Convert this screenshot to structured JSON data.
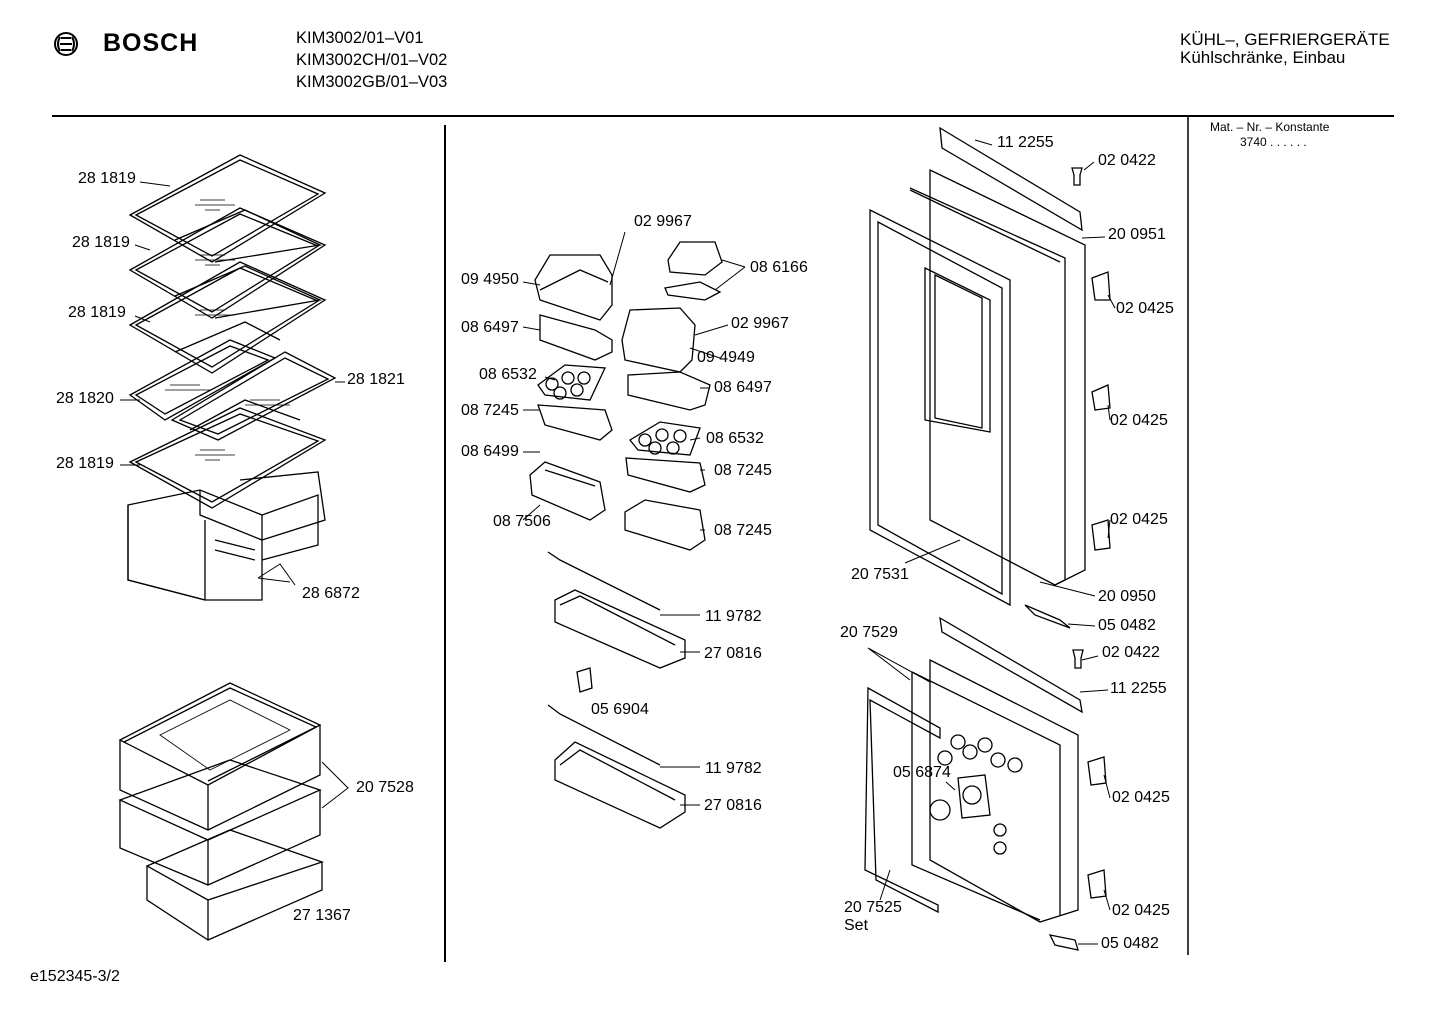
{
  "header": {
    "brand": "BOSCH",
    "models": [
      "KIM3002/01–V01",
      "KIM3002CH/01–V02",
      "KIM3002GB/01–V03"
    ],
    "category_line1": "KÜHL–, GEFRIERGERÄTE",
    "category_line2": "Kühlschränke, Einbau"
  },
  "konstante": {
    "label": "Mat. – Nr. – Konstante",
    "value": "3740 . . . . . ."
  },
  "footer": {
    "drawing_id": "e152345-3/2"
  },
  "labels": {
    "l281819a": "28 1819",
    "l281819b": "28 1819",
    "l281819c": "28 1819",
    "l281820": "28 1820",
    "l281821": "28 1821",
    "l281819d": "28 1819",
    "l286872": "28 6872",
    "l207528": "20 7528",
    "l271367": "27 1367",
    "l029967a": "02 9967",
    "l094950": "09 4950",
    "l086166": "08 6166",
    "l086497a": "08 6497",
    "l029967b": "02 9967",
    "l094949": "09 4949",
    "l086532a": "08 6532",
    "l086497b": "08 6497",
    "l087245a": "08 7245",
    "l086532b": "08 6532",
    "l086499": "08 6499",
    "l087245b": "08 7245",
    "l087506": "08 7506",
    "l087245c": "08 7245",
    "l119782a": "11 9782",
    "l270816a": "27 0816",
    "l056904": "05 6904",
    "l119782b": "11 9782",
    "l270816b": "27 0816",
    "l112255a": "11 2255",
    "l020422a": "02 0422",
    "l200951": "20 0951",
    "l020425a": "02 0425",
    "l020425b": "02 0425",
    "l020425c": "02 0425",
    "l207531": "20 7531",
    "l200950": "20 0950",
    "l050482a": "05 0482",
    "l207529": "20 7529",
    "l020422b": "02 0422",
    "l112255b": "11 2255",
    "l056874": "05 6874",
    "l020425d": "02 0425",
    "l020425e": "02 0425",
    "l207525": "20 7525",
    "lset": "Set",
    "l050482b": "05 0482"
  }
}
